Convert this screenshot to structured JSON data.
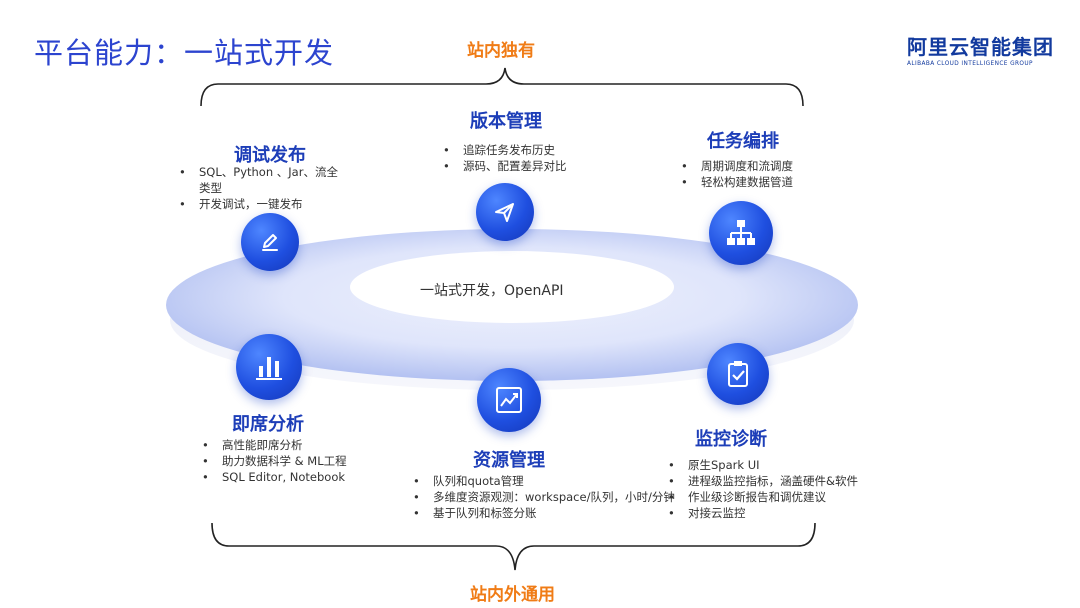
{
  "title": "平台能力：一站式开发",
  "logo": {
    "cn": "阿里云智能集团",
    "en": "ALIBABA CLOUD INTELLIGENCE GROUP"
  },
  "top_label": "站内独有",
  "bottom_label": "站内外通用",
  "center_label": "一站式开发，OpenAPI",
  "sections": {
    "debug": {
      "title": "调试发布",
      "items": [
        "SQL、Python 、Jar、流全类型",
        "开发调试，一键发布"
      ],
      "icon": "pencil-icon"
    },
    "version": {
      "title": "版本管理",
      "items": [
        "追踪任务发布历史",
        "源码、配置差异对比"
      ],
      "icon": "paper-plane-icon"
    },
    "task": {
      "title": "任务编排",
      "items": [
        "周期调度和流调度",
        "轻松构建数据管道"
      ],
      "icon": "hierarchy-icon"
    },
    "adhoc": {
      "title": "即席分析",
      "items": [
        "高性能即席分析",
        "助力数据科学 & ML工程",
        "SQL Editor, Notebook"
      ],
      "icon": "bar-chart-icon"
    },
    "resource": {
      "title": "资源管理",
      "items": [
        "队列和quota管理",
        "多维度资源观测：workspace/队列，小时/分钟",
        "基于队列和标签分账"
      ],
      "icon": "trend-chart-icon"
    },
    "monitor": {
      "title": "监控诊断",
      "items": [
        "原生Spark UI",
        "进程级监控指标，涵盖硬件&软件",
        "作业级诊断报告和调优建议",
        "对接云监控"
      ],
      "icon": "clipboard-check-icon"
    }
  }
}
